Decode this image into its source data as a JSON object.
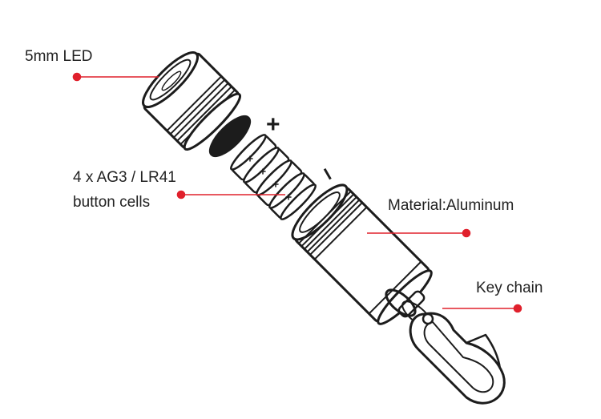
{
  "callouts": {
    "led": {
      "text": "5mm LED"
    },
    "cells": {
      "line1": "4 x AG3 / LR41",
      "line2": "button cells"
    },
    "material": {
      "text": "Material:Aluminum"
    },
    "keychain": {
      "text": "Key chain"
    }
  },
  "symbols": {
    "plus": "+",
    "minus": "–"
  },
  "colors": {
    "accent": "#e0202c",
    "ink": "#1c1c1c",
    "body": "#ffffff"
  },
  "icons": [
    "flashlight-head-drawing",
    "gasket-drawing",
    "battery-stack-drawing",
    "flashlight-tail-drawing",
    "carabiner-clip-drawing"
  ]
}
